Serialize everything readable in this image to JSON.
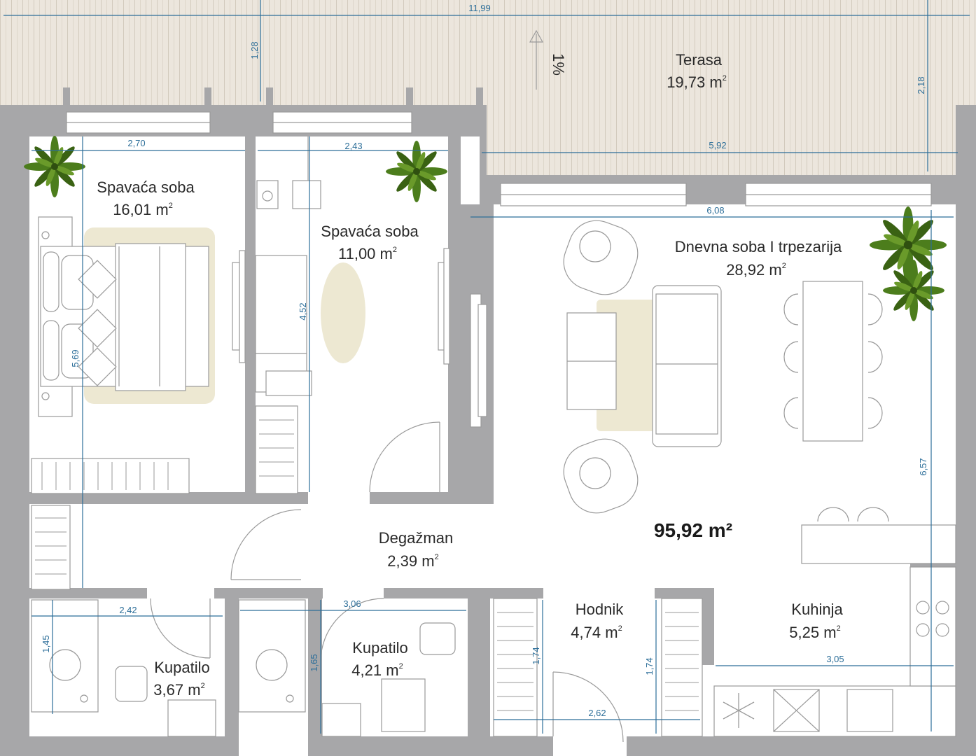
{
  "rooms": [
    {
      "id": "terasa",
      "name": "Terasa",
      "area": "19,73 m",
      "unit_sup": "2"
    },
    {
      "id": "bedroom1",
      "name": "Spavaća soba",
      "area": "16,01 m",
      "unit_sup": "2"
    },
    {
      "id": "bedroom2",
      "name": "Spavaća soba",
      "area": "11,00 m",
      "unit_sup": "2"
    },
    {
      "id": "living",
      "name": "Dnevna soba I trpezarija",
      "area": "28,92 m",
      "unit_sup": "2"
    },
    {
      "id": "degazman",
      "name": "Degažman",
      "area": "2,39 m",
      "unit_sup": "2"
    },
    {
      "id": "hodnik",
      "name": "Hodnik",
      "area": "4,74 m",
      "unit_sup": "2"
    },
    {
      "id": "kuhinja",
      "name": "Kuhinja",
      "area": "5,25 m",
      "unit_sup": "2"
    },
    {
      "id": "bath1",
      "name": "Kupatilo",
      "area": "3,67 m",
      "unit_sup": "2"
    },
    {
      "id": "bath2",
      "name": "Kupatilo",
      "area": "4,21 m",
      "unit_sup": "2"
    }
  ],
  "total_area": "95,92 m²",
  "slope": "1%",
  "dimensions": {
    "terrace_width": "11,99",
    "terrace_depth_left": "1,28",
    "terrace_depth_right": "2,18",
    "terrace_inner_width": "5,92",
    "bed1_width": "2,70",
    "bed1_depth": "5,69",
    "bed2_width": "2,43",
    "bed2_depth": "4,52",
    "living_width": "6,08",
    "living_depth": "6,57",
    "bath1_width": "2,42",
    "bath1_depth": "1,45",
    "bath2_width": "3,06",
    "bath2_depth": "1,65",
    "hall_depth_left": "1,74",
    "hall_depth_right": "1,74",
    "hall_width": "2,62",
    "kitchen_width": "3,05"
  },
  "colors": {
    "wall": "#a7a7a9",
    "terrace": "#ece6dd",
    "rug": "#ede8d2",
    "dimension": "#2c6e99",
    "plant": "#3f6b17"
  }
}
